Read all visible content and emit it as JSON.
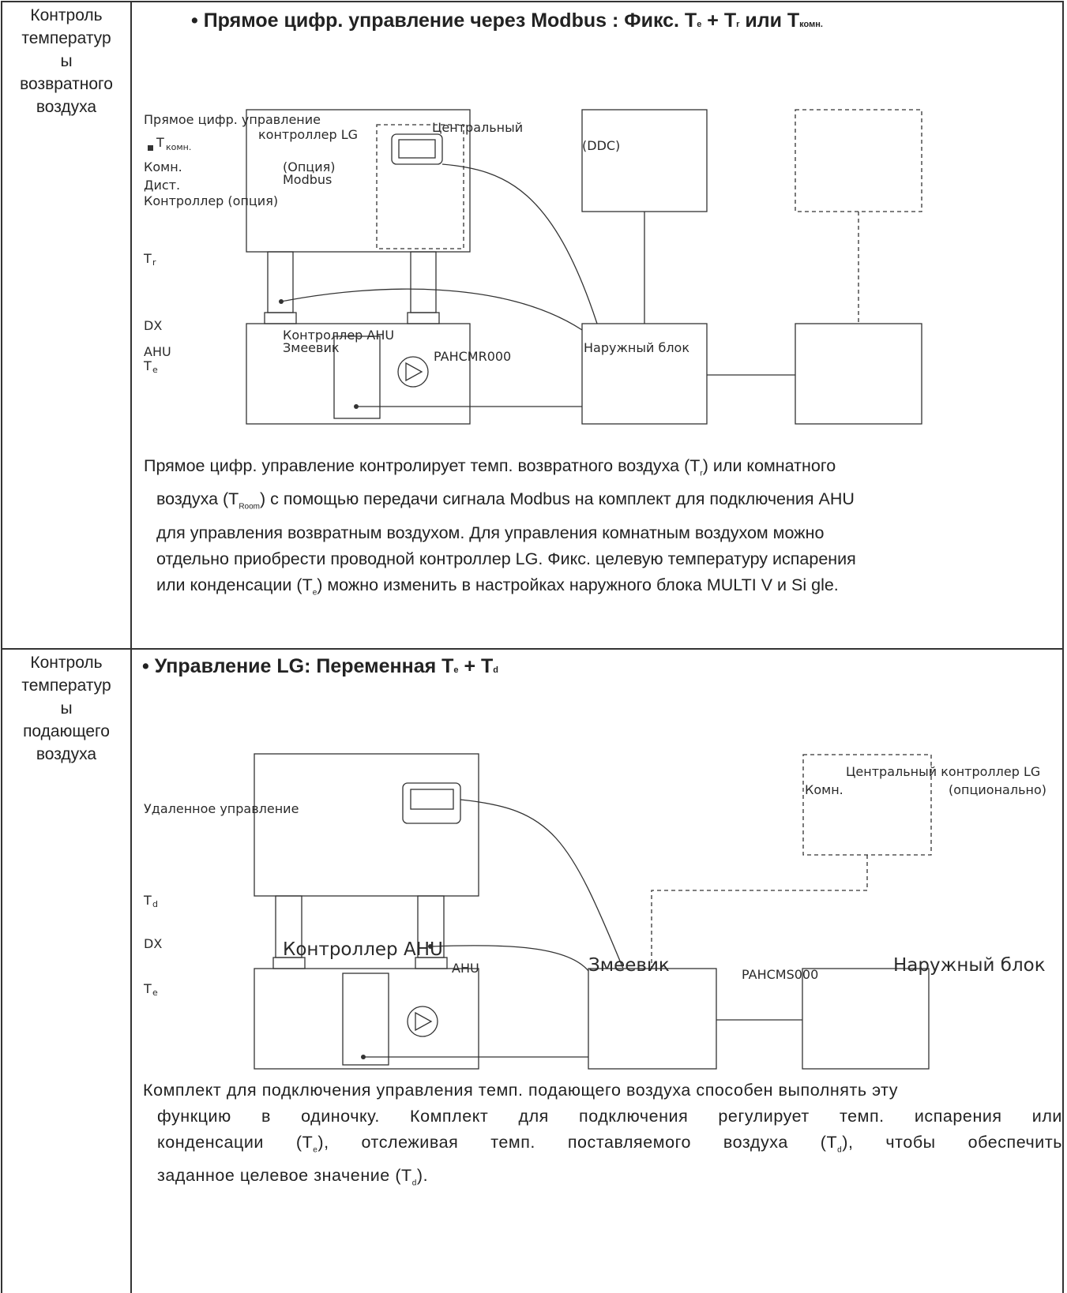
{
  "rows": [
    {
      "label": "Контроль\nтемператур\nы\nвозвратного\nвоздуха",
      "title": {
        "prefix": "• Прямое цифр. управление через Modbus : Фикс. T",
        "s1": "e",
        "mid1": " + T",
        "s2": "r",
        "mid2": " или T",
        "s3": "комн."
      },
      "diagram": {
        "ddc_title": "Прямое цифр. управление",
        "troom_main": "T",
        "troom_sub": "комн.",
        "room_line1": "Комн.",
        "room_line2": "Дист.",
        "room_line3": "Контроллер (опция)",
        "tr_main": "T",
        "tr_sub": "r",
        "lg_controller": "контроллер LG",
        "central": "Центральный",
        "option": "(Опция)",
        "modbus": "Modbus",
        "ddc_box": "(DDC)",
        "dx": "DX",
        "ahu": "AHU",
        "te_main": "T",
        "te_sub": "e",
        "ahu_controller": "Контроллер AHU",
        "coil": "Змеевик",
        "model": "PAHCMR000",
        "outdoor": "Наружный блок"
      },
      "paragraph": [
        "Прямое цифр. управление контролирует темп. возвратного воздуха (T",
        "r",
        ") или комнатного",
        "воздуха (T",
        "Room",
        ") с помощью передачи сигнала Modbus на комплект для подключения AHU",
        "для управления возвратным воздухом. Для управления комнатным воздухом можно",
        "отдельно приобрести проводной контроллер LG. Фикс. целевую температуру испарения",
        "или конденсации (T",
        "e",
        ") можно изменить в настройках наружного блока MULTI V и Si gle."
      ]
    },
    {
      "label": "Контроль\nтемператур\nы\nподающего\nвоздуха",
      "title": {
        "prefix": "• Управление LG: Переменная T",
        "s1": "e",
        "mid1": " + T",
        "s2": "d"
      },
      "diagram": {
        "central_lg": "Центральный контроллер LG",
        "room": "Комн.",
        "optional": "(опционально)",
        "remote": "Удаленное управление",
        "td_main": "T",
        "td_sub": "d",
        "dx": "DX",
        "te_main": "T",
        "te_sub": "e",
        "ahu_controller": "Контроллер AHU",
        "ahu": "AHU",
        "coil": "Змеевик",
        "model": "PAHCMS000",
        "outdoor": "Наружный блок"
      },
      "paragraph": [
        "Комплект для подключения управления темп. подающего воздуха способен выполнять эту",
        "функцию в одиночку. Комплект для подключения регулирует темп. испарения или",
        "конденсации (T",
        "e",
        "), отслеживая темп. поставляемого воздуха (T",
        "d",
        "), чтобы обеспечить",
        "заданное целевое значение (T",
        "d",
        ")."
      ]
    }
  ]
}
